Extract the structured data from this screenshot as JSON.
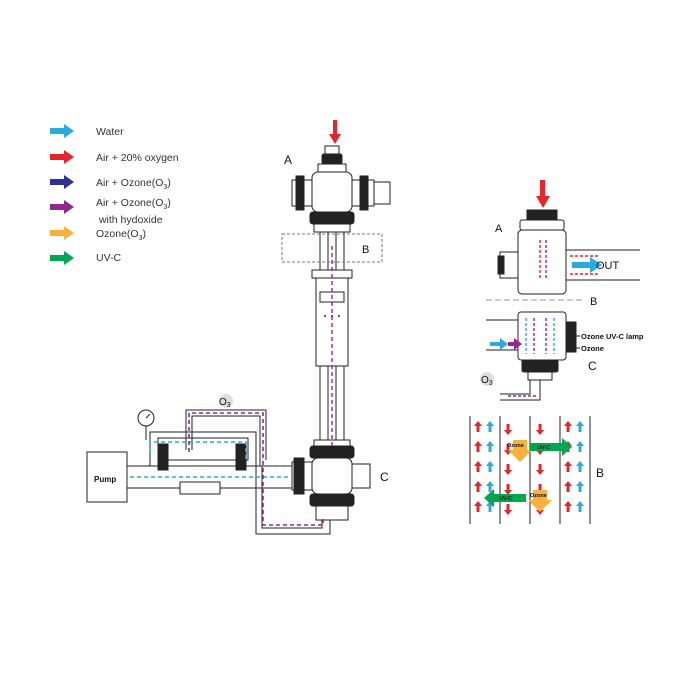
{
  "colors": {
    "water": "#29abe2",
    "air": "#e8242a",
    "air_ozone": "#2e3192",
    "hydroxide": "#93278f",
    "ozone": "#fbb03b",
    "uvc": "#00a651"
  },
  "legend": [
    {
      "key": "water",
      "line1": "Water",
      "line2": ""
    },
    {
      "key": "air",
      "line1": "Air + 20% oxygen",
      "line2": ""
    },
    {
      "key": "air_ozone",
      "line1": "Air + Ozone(O",
      "sub": "3",
      "tail": ")",
      "line2": ""
    },
    {
      "key": "hydroxide",
      "line1": "Air + Ozone(O",
      "sub": "3",
      "tail": ")",
      "line2": "with hydoxide"
    },
    {
      "key": "ozone",
      "line1": "Ozone(O",
      "sub": "3",
      "tail": ")",
      "line2": ""
    },
    {
      "key": "uvc",
      "line1": "UV-C",
      "line2": ""
    }
  ],
  "main": {
    "label_a": "A",
    "label_b": "B",
    "label_c": "C",
    "pump": "Pump",
    "o3": "O",
    "o3_sub": "3"
  },
  "detail_a": {
    "label": "A",
    "out": "OUT"
  },
  "detail_b_label": "B",
  "detail_c": {
    "label": "C",
    "lamp": "Ozone UV-C lamp",
    "ozone": "Ozone",
    "o3": "O",
    "o3_sub": "3"
  },
  "detail_b": {
    "label": "B",
    "ozone1": "Ozone",
    "uvc1": "UV-C",
    "uvc2": "UV-C",
    "ozone2": "Ozone"
  }
}
